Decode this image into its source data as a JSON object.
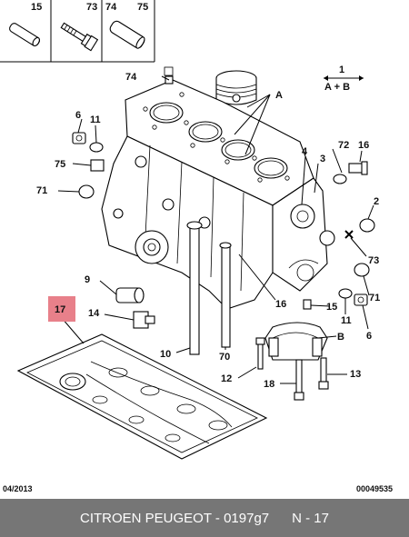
{
  "header_boxes": [
    {
      "labels": [
        "15"
      ]
    },
    {
      "labels": [
        "73"
      ]
    },
    {
      "labels": [
        "74",
        "75"
      ]
    }
  ],
  "legend": {
    "number": "1",
    "formula": "A + B"
  },
  "callouts": {
    "c74": "74",
    "cA": "A",
    "c6a": "6",
    "c11a": "11",
    "c75": "75",
    "c71a": "71",
    "c1": "1",
    "c72": "72",
    "c16a": "16",
    "c4": "4",
    "c3": "3",
    "c2": "2",
    "c73": "73",
    "c71b": "71",
    "c15": "15",
    "c11b": "11",
    "c6b": "6",
    "c9": "9",
    "c14": "14",
    "c10": "10",
    "c70": "70",
    "c16b": "16",
    "cB": "B",
    "c12": "12",
    "c18": "18",
    "c13": "13",
    "c17": "17"
  },
  "date": "04/2013",
  "ref_code": "00049535",
  "footer": "CITROEN PEUGEOT - 0197g7      N - 17",
  "colors": {
    "highlight": "#e8808a",
    "footer_bg": "#767676",
    "ink": "#000000"
  }
}
